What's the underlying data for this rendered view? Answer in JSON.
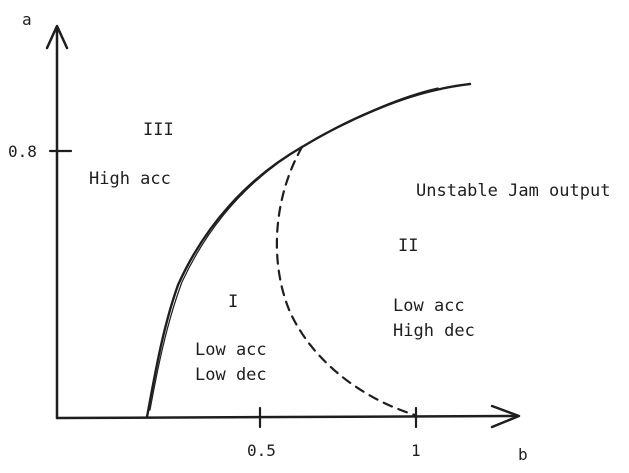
{
  "axes": {
    "y_label": "a",
    "x_label": "b",
    "y_tick": "0.8",
    "x_ticks": [
      "0.5",
      "1"
    ]
  },
  "regions": {
    "region_iii": {
      "numeral": "III",
      "description": "High acc"
    },
    "region_unstable": {
      "description": "Unstable Jam output"
    },
    "region_ii": {
      "numeral": "II",
      "line1": "Low acc",
      "line2": "High dec"
    },
    "region_i": {
      "numeral": "I",
      "line1": "Low acc",
      "line2": "Low dec"
    }
  },
  "colors": {
    "ink": "#1e1e1e",
    "background": "#ffffff"
  }
}
